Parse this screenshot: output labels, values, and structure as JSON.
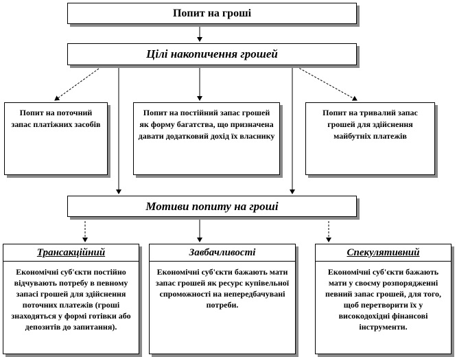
{
  "top": {
    "label": "Попит на гроші"
  },
  "goals": {
    "label": "Цілі накопичення грошей"
  },
  "stock_boxes": [
    {
      "text": "Попит на поточний запас платіжних засобів"
    },
    {
      "text": "Попит на постійний запас грошей як форму багатства, що призначена давати додатковий дохід їх власнику"
    },
    {
      "text": "Попит на тривалий запас грошей для здійснення майбутніх платежів"
    }
  ],
  "motives": {
    "label": "Мотиви попиту на гроші"
  },
  "motive_columns": [
    {
      "title": "Трансакційний",
      "text": "Економічні суб'єкти постійно відчувають потребу в певному запасі грошей для здійснення поточних платежів (гроші знаходяться у формі готівки або депозитів до запитання)."
    },
    {
      "title": "Завбачливості",
      "text": "Економічні суб'єкти бажають мати запас грошей як ресурс купівельної спроможності на непередбачувані потреби."
    },
    {
      "title": "Спекулятивний",
      "text": "Економічні суб'єкти бажають мати у своєму розпорядженні певний запас грошей, для того, щоб перетворити їх у високодохідні фінансові інструменти."
    }
  ],
  "colors": {
    "border": "#000000",
    "shadow": "#8a8a8a",
    "background": "#ffffff"
  }
}
